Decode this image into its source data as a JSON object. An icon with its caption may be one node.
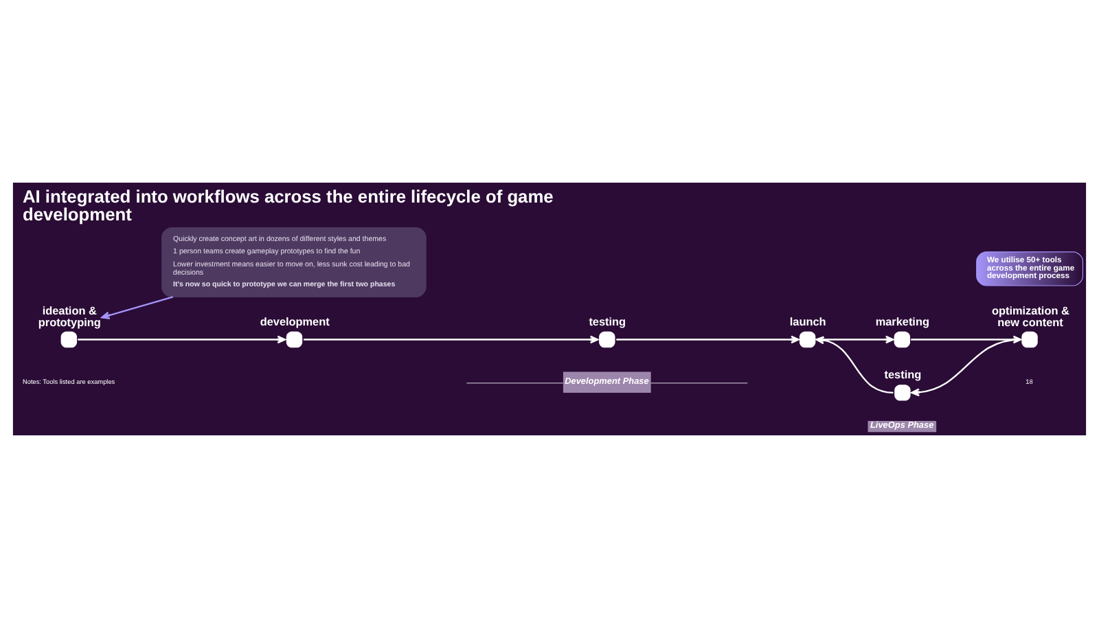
{
  "diagram": {
    "title": "AI integrated into workflows across the entire lifecycle of game development",
    "nodes": [
      {
        "text": [
          "Quickly create concept art in dozens of different styles and themes",
          "1 person teams create gameplay prototypes to find the fun",
          "Lower investment means easier to move on, less sunk cost leading to bad decisions",
          "It's now so quick to prototype we can merge the first two phases"
        ]
      },
      {
        "text": [
          "We utilise 50+ tools across the entire game development process"
        ]
      },
      {
        "text": [
          "ideation & prototyping"
        ]
      },
      {
        "text": [
          "development"
        ]
      },
      {
        "text": [
          "testing"
        ]
      },
      {
        "text": [
          "launch"
        ]
      },
      {
        "text": [
          "testing"
        ]
      },
      {
        "text": [
          "optimization & new content"
        ]
      },
      {
        "text": [
          "marketing"
        ]
      }
    ],
    "edges": [
      {
        "from": 0,
        "to": 2,
        "arrow": "to",
        "color": "#a594f9"
      },
      {
        "from": 2,
        "to": 3,
        "arrow": "to"
      },
      {
        "from": 3,
        "to": 4,
        "arrow": "to"
      },
      {
        "from": 4,
        "to": 5,
        "arrow": "to"
      },
      {
        "from": 5,
        "to": 8,
        "arrow": "to"
      },
      {
        "from": 8,
        "to": 7,
        "arrow": "to"
      },
      {
        "from": 7,
        "to": 6,
        "arrow": "to"
      },
      {
        "from": 6,
        "to": 5,
        "arrow": "to"
      }
    ],
    "labels": [
      "Development Phase",
      "LiveOps Phase",
      "Notes: Tools listed are examples",
      "18"
    ]
  }
}
